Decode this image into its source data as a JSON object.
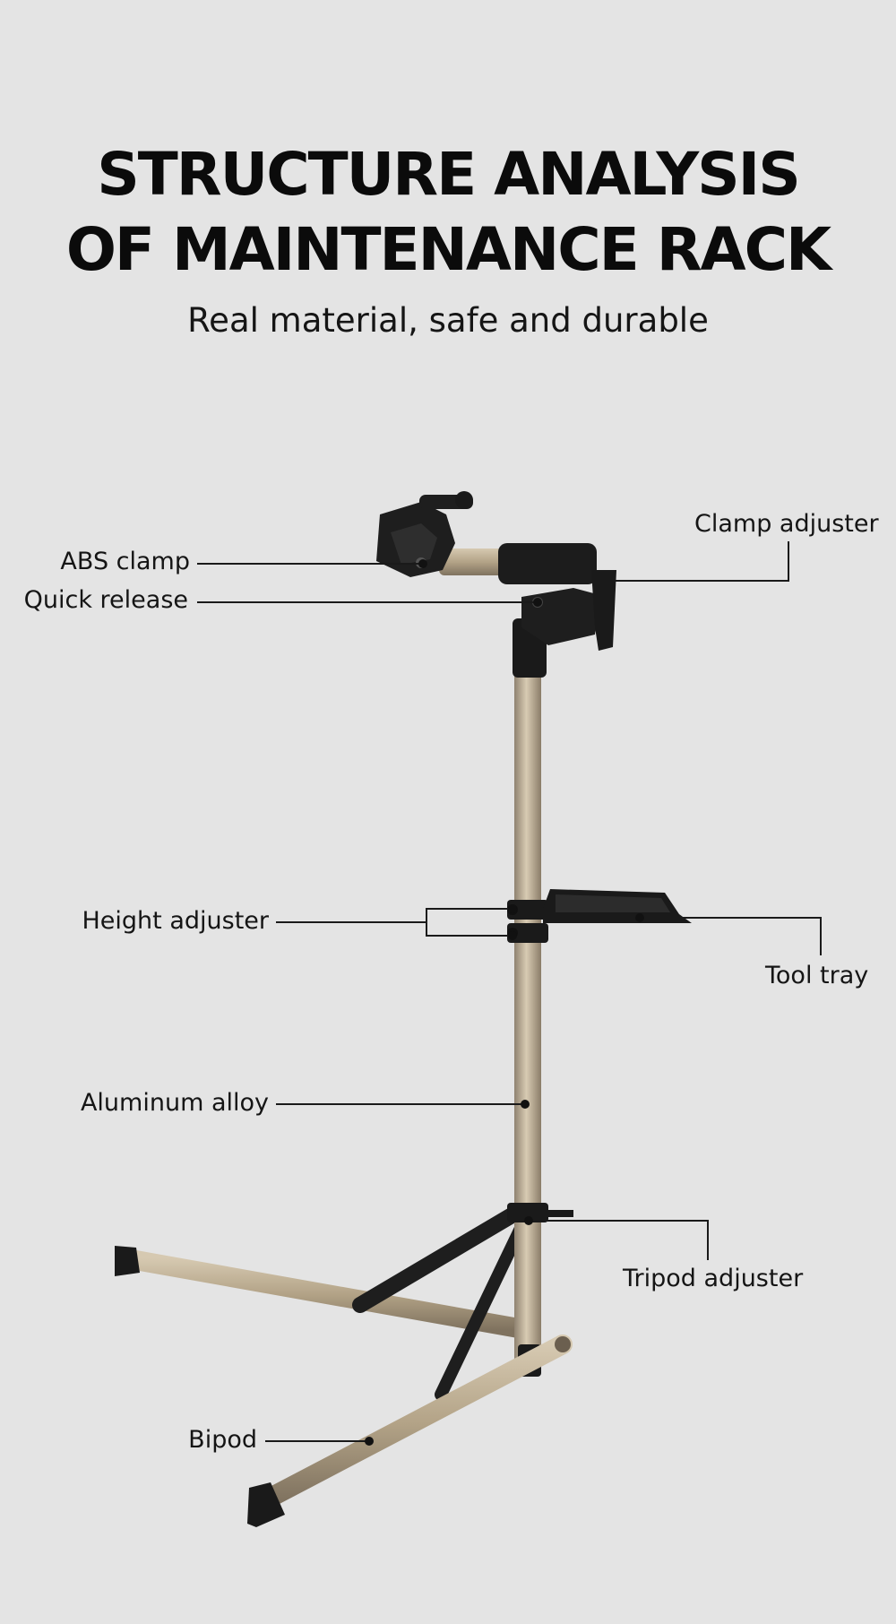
{
  "header": {
    "title_line_1": "STRUCTURE ANALYSIS",
    "title_line_2": "OF MAINTENANCE RACK",
    "subtitle": "Real material, safe and durable"
  },
  "callouts": {
    "abs_clamp": "ABS clamp",
    "quick_release": "Quick release",
    "clamp_adjuster": "Clamp adjuster",
    "height_adjuster": "Height adjuster",
    "tool_tray": "Tool tray",
    "aluminum_alloy": "Aluminum alloy",
    "tripod_adjuster": "Tripod adjuster",
    "bipod": "Bipod"
  },
  "colors": {
    "background": "#e4e4e4",
    "aluminum": "#b9a98f",
    "plastic": "#1a1a1a",
    "text": "#111111"
  }
}
